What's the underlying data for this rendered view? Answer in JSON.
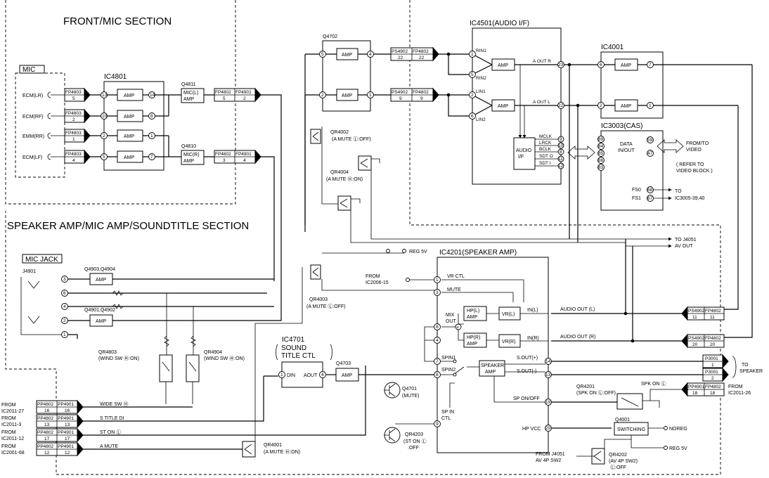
{
  "sections": {
    "front": "FRONT/MIC SECTION",
    "speaker": "SPEAKER AMP/MIC AMP/SOUNDTITLE SECTION"
  },
  "mic": {
    "title": "MIC",
    "ecm_lr": "ECM(LR)",
    "ecm_rf": "ECM(RF)",
    "emm_rr": "EMM(RR)",
    "ecm_lf": "ECM(LF)"
  },
  "ic4801": {
    "title": "IC4801",
    "amp": "AMP",
    "pins": [
      "13",
      "14",
      "10",
      "8",
      "2",
      "1",
      "5",
      "7"
    ]
  },
  "fp4803": {
    "name": "FP4803",
    "pins": [
      "5",
      "2",
      "1",
      "4"
    ]
  },
  "q4811": {
    "name": "Q4811",
    "l1": "MIC(L)",
    "l2": "AMP"
  },
  "q4810": {
    "name": "Q4810",
    "l1": "MIC(R)",
    "l2": "AMP"
  },
  "fp_top": {
    "a": "FP4802",
    "b": "FP4901",
    "a_pin": "5",
    "b_pin": "2"
  },
  "fp_bot": {
    "a": "FP4802",
    "b": "FP4901",
    "a_pin": "3",
    "b_pin": "4"
  },
  "q4702": {
    "name": "Q4702",
    "amp": "AMP",
    "pins": [
      "5",
      "4",
      "2",
      "1"
    ]
  },
  "ps_top": {
    "a": "PS4902",
    "b": "FP4802",
    "a_pin": "22",
    "b_pin": "22"
  },
  "ps_mid": {
    "a": "PS4902",
    "b": "FP4802",
    "a_pin": "9",
    "b_pin": "9"
  },
  "ic4501": {
    "title": "IC4501(AUDIO I/F)",
    "rin1": "RIN1",
    "rin2": "RIN2",
    "lin1": "LIN1",
    "lin2": "LIN2",
    "amp": "AMP",
    "aout_r": "A OUT R",
    "aout_l": "A OUT L",
    "pins": [
      "1",
      "5",
      "2",
      "6",
      "23",
      "22"
    ],
    "audio_if_1": "AUDIO",
    "audio_if_2": "I/F",
    "sig": [
      "MCLK",
      "LRCK",
      "BCLK",
      "SDT O",
      "SDT I"
    ],
    "sig_pins": [
      "9",
      "10",
      "8",
      "11",
      "12"
    ]
  },
  "ic4001": {
    "title": "IC4001",
    "amp": "AMP",
    "pins": [
      "6",
      "7",
      "2",
      "1"
    ]
  },
  "ic3003": {
    "title": "IC3003(CAS)",
    "pins_l": [
      "89",
      "84",
      "85",
      "86",
      "83"
    ],
    "pins_r": [
      "59",
      "47"
    ],
    "data1": "DATA",
    "data2": "IN/OUT",
    "from_video1": "FROM/TO",
    "from_video2": "VIDEO",
    "refer1": "( REFER TO",
    "refer2": "VIDEO BLOCK )",
    "fs0": "FS0",
    "fs1": "FS1",
    "fs0_pin": "68",
    "fs1_pin": "67",
    "to1": "TO",
    "to2": "IC3005-39,40"
  },
  "qr4002": {
    "name": "QR4002",
    "desc": "(A MUTE Ⓛ:OFF)"
  },
  "qr4004": {
    "name": "QR4004",
    "desc": "(A MUTE Ⓗ:ON)"
  },
  "qr4003": {
    "name": "QR4003",
    "desc": "(A MUTE Ⓛ:OFF)"
  },
  "j4051": {
    "to": "TO J4051",
    "av": "AV OUT"
  },
  "reg5v": "REG 5V",
  "mic_jack": {
    "title": "MIC JACK",
    "j4901": "J4901",
    "pins": [
      "3",
      "6",
      "4",
      "2",
      "1"
    ],
    "q_top": "Q4903,Q4904",
    "q_bot": "Q4901,Q4902",
    "amp": "AMP"
  },
  "ic4201": {
    "title": "IC4201(SPEAKER AMP)",
    "from1": "FROM",
    "from2": "IC2006-15",
    "vr_ctl": "VR CTL",
    "mute": "MUTE",
    "mix1": "MIX",
    "mix2": "OUT",
    "hpl1": "HP(L)",
    "hpl2": "AMP",
    "hpr1": "HP(R)",
    "hpr2": "AMP",
    "vrl": "VR(L)",
    "vrr": "VR(R)",
    "inl": "IN(L)",
    "inr": "IN(R)",
    "spin1": "SPIN1",
    "spin2": "SPIN2",
    "spk1": "SPEAKER",
    "spk2": "AMP",
    "sout_p": "S.OUT(+)",
    "sout_m": "S.OUT(-)",
    "spin_ctl1": "SP IN",
    "spin_ctl2": "CTL",
    "sp_onoff": "SP ON/OFF",
    "hp_vcc": "HP VCC",
    "pins": [
      "1",
      "3",
      "6",
      "4",
      "7",
      "8",
      "9",
      "14",
      "13",
      "19",
      "20"
    ]
  },
  "audio_out_l": "AUDIO OUT (L)",
  "audio_out_r": "AUDIO OUT (R)",
  "ps_l": {
    "a": "PS4902",
    "b": "FP4802",
    "a_pin": "11",
    "b_pin": "11"
  },
  "ps_r": {
    "a": "PS4902",
    "b": "FP4802",
    "a_pin": "20",
    "b_pin": "20"
  },
  "p3001": {
    "name": "P3001",
    "pin1": "1",
    "pin2": "2",
    "to1": "TO",
    "to2": "SPEAKER"
  },
  "spk_on": "SPK ON Ⓛ",
  "pp_spk": {
    "a": "PP4901",
    "b": "FP4802",
    "a_pin": "18",
    "b_pin": "18"
  },
  "from_ic2011_26": {
    "l1": "FROM",
    "l2": "IC2011-26"
  },
  "qr4201": {
    "name": "QR4201",
    "desc": "(SPK ON Ⓛ:OFF)"
  },
  "q4001": {
    "name": "Q4001",
    "sw": "SWITCHING",
    "noreg": "NOREG",
    "reg5v": "REG 5V"
  },
  "qr4202": {
    "name": "QR4202",
    "d1": "(AV 4P SW2)",
    "d2": "Ⓛ:OFF"
  },
  "from_j4051": {
    "l1": "FROM J4051",
    "l2": "AV 4P SW2"
  },
  "ic4701": {
    "title": "IC4701",
    "st1": "SOUND",
    "st2": "TITLE CTL",
    "din": "DIN",
    "aout": "AOUT",
    "p1": "1",
    "p4": "4"
  },
  "q4703": {
    "name": "Q4703",
    "amp": "AMP"
  },
  "q4701": {
    "name": "Q4701",
    "desc": "(MUTE)"
  },
  "qr4203": {
    "name": "QR4203",
    "d1": "(ST ON Ⓛ",
    "d2": ":OFF"
  },
  "qr4001": {
    "name": "QR4001",
    "desc": "(A MUTE Ⓗ:ON)"
  },
  "qr4803": {
    "name": "QR4803",
    "desc": "(WIND SW Ⓗ:ON)"
  },
  "qr4904": {
    "name": "QR4904",
    "desc": "(WIND SW Ⓗ:ON)"
  },
  "inputs": [
    {
      "from1": "FROM",
      "from2": "IC2011-27",
      "a": "PP4802",
      "b": "PP4901",
      "a_pin": "16",
      "b_pin": "16",
      "sig": "WIDE SW Ⓗ"
    },
    {
      "from1": "FROM",
      "from2": "IC2011-3",
      "a": "PP4802",
      "b": "PP4901",
      "a_pin": "13",
      "b_pin": "13",
      "sig": "S TITLE DI"
    },
    {
      "from1": "FROM",
      "from2": "IC2011-12",
      "a": "PP4802",
      "b": "PP4901",
      "a_pin": "17",
      "b_pin": "17",
      "sig": "ST ON Ⓛ"
    },
    {
      "from1": "FROM",
      "from2": "IC2001-68",
      "a": "PP4802",
      "b": "PP4901",
      "a_pin": "12",
      "b_pin": "12",
      "sig": "A MUTE"
    }
  ]
}
